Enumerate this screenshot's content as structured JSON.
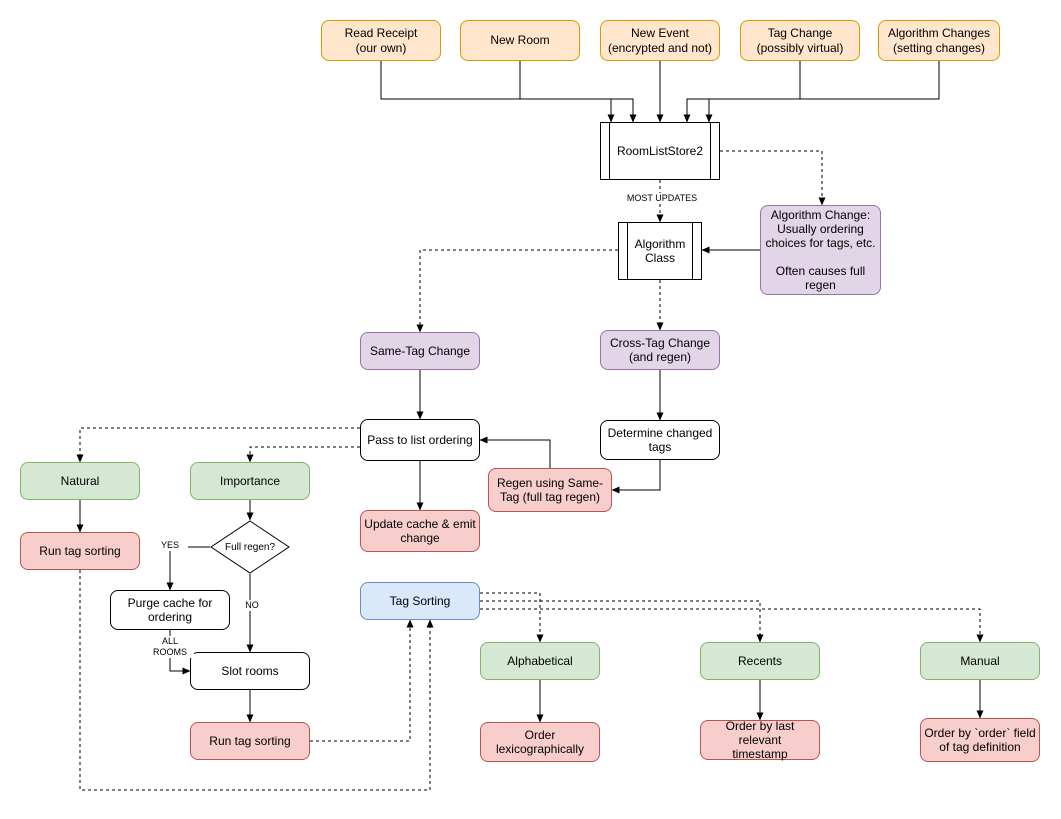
{
  "diagram": {
    "nodes": {
      "read_receipt": {
        "label": "Read Receipt\n(our own)"
      },
      "new_room": {
        "label": "New Room"
      },
      "new_event": {
        "label": "New Event\n(encrypted and not)"
      },
      "tag_change": {
        "label": "Tag Change\n(possibly virtual)"
      },
      "algorithm_changes": {
        "label": "Algorithm Changes\n(setting changes)"
      },
      "room_list_store": {
        "label": "RoomListStore2"
      },
      "algorithm_class": {
        "label": "Algorithm\nClass"
      },
      "algorithm_change_note": {
        "label": "Algorithm Change:\nUsually ordering\nchoices for tags, etc.\n\nOften causes full\nregen"
      },
      "same_tag_change": {
        "label": "Same-Tag Change"
      },
      "cross_tag_change": {
        "label": "Cross-Tag Change\n(and regen)"
      },
      "pass_to_list_ordering": {
        "label": "Pass to list ordering"
      },
      "determine_changed_tags": {
        "label": "Determine changed\ntags"
      },
      "regen_same_tag": {
        "label": "Regen using Same-\nTag (full tag regen)"
      },
      "update_cache": {
        "label": "Update cache & emit\nchange"
      },
      "natural": {
        "label": "Natural"
      },
      "importance": {
        "label": "Importance"
      },
      "run_tag_sorting_left": {
        "label": "Run tag sorting"
      },
      "full_regen": {
        "label": "Full regen?"
      },
      "purge_cache": {
        "label": "Purge cache for\nordering"
      },
      "slot_rooms": {
        "label": "Slot rooms"
      },
      "run_tag_sorting_bottom": {
        "label": "Run tag sorting"
      },
      "tag_sorting": {
        "label": "Tag Sorting"
      },
      "alphabetical": {
        "label": "Alphabetical"
      },
      "recents": {
        "label": "Recents"
      },
      "manual": {
        "label": "Manual"
      },
      "order_lexicographically": {
        "label": "Order\nlexicographically"
      },
      "order_by_timestamp": {
        "label": "Order by last relevant\ntimestamp"
      },
      "order_by_field": {
        "label": "Order by `order` field\nof tag definition"
      }
    },
    "edge_labels": {
      "most_updates": "MOST UPDATES",
      "yes": "YES",
      "no": "NO",
      "all_rooms": "ALL\nROOMS"
    },
    "colors": {
      "orange_fill": "#ffe6cc",
      "orange_border": "#d79b00",
      "purple_fill": "#e1d5e7",
      "purple_border": "#9673a6",
      "green_fill": "#d5e8d4",
      "green_border": "#82b366",
      "red_fill": "#f8cecc",
      "red_border": "#b85450",
      "blue_fill": "#dae8fc",
      "blue_border": "#6c8ebf",
      "plain_fill": "#ffffff",
      "plain_border": "#000000"
    }
  }
}
